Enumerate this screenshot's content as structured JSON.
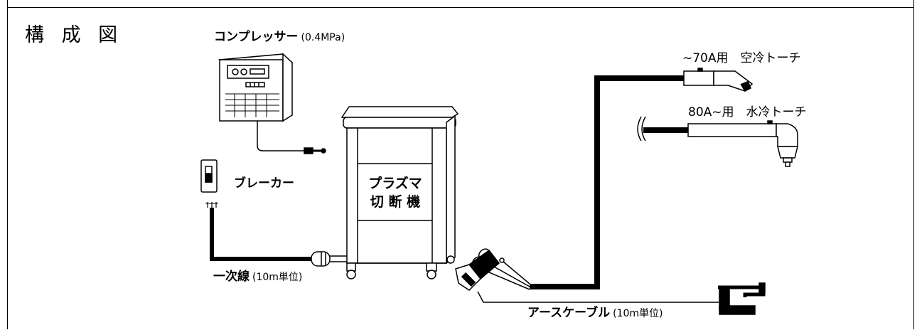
{
  "title": "構 成 図",
  "compressor": {
    "label": "コンプレッサー",
    "note": "(0.4MPa)"
  },
  "breaker": {
    "label": "ブレーカー"
  },
  "machine": {
    "line1": "プラズマ",
    "line2": "切 断 機"
  },
  "primary_cable": {
    "label": "一次線",
    "note": "(10m単位)"
  },
  "earth_cable": {
    "label": "アースケーブル",
    "note": "(10m単位)"
  },
  "air_torch": {
    "label": "~70A用　空冷トーチ"
  },
  "water_torch": {
    "label": "80A~用　水冷トーチ"
  }
}
